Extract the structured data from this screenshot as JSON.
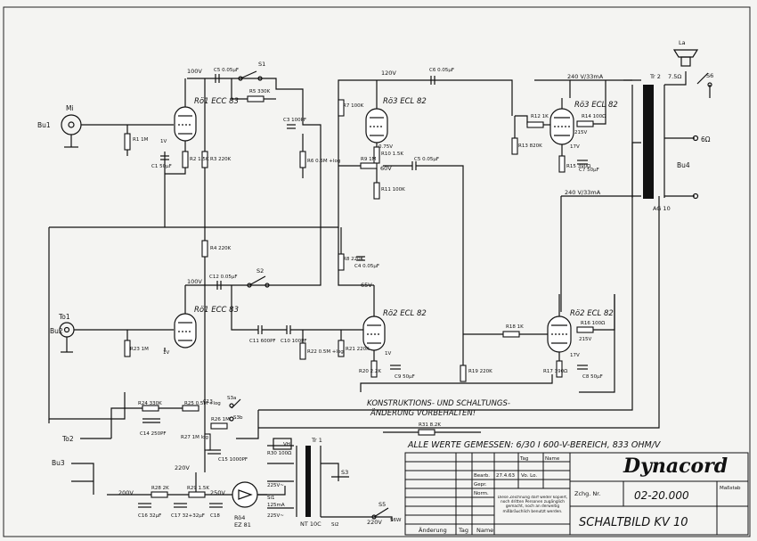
{
  "title_block": {
    "brand": "Dynacord",
    "drawing_no_label": "Zchg. Nr.",
    "drawing_no": "02-20.000",
    "scale_label": "Maßstab",
    "title": "SCHALTBILD  KV 10",
    "rows": [
      "Bearb.",
      "Gepr.",
      "Norm."
    ],
    "col_tag": "Tag",
    "col_name": "Name",
    "bearb_date": "27.4.63",
    "bearb_name": "Vo. Lo.",
    "copyright": "Diese Zeichnung darf weder kopiert, noch dritten Personen zugänglich gemacht, noch an derweitig mißbräuchlich benutzt werden.",
    "footer": [
      "Änderung",
      "Tag",
      "Name"
    ]
  },
  "notes": {
    "measurement": "ALLE WERTE GEMESSEN: 6/30 I 600-V-BEREICH, 833 OHM/V",
    "revision_1": "KONSTRUKTIONS- UND SCHALTUNGS-",
    "revision_2": "ÄNDERUNG VORBEHALTEN!"
  },
  "tubes": {
    "v1a": "Rö1 ECC 83",
    "v1b": "Rö1 ECC 83",
    "v2a": "Rö2 ECL 82",
    "v2b": "Rö2 ECL 82",
    "v3a": "Rö3 ECL 82",
    "v3b": "Rö3 ECL 82",
    "v4": "Rö4",
    "v4_type": "EZ 81"
  },
  "connectors": {
    "bu1": "Bu1",
    "bu2": "Bu2",
    "bu3": "Bu3",
    "bu4": "Bu4",
    "mic": "Mi",
    "tonabnehmer1": "To1",
    "tonabnehmer2": "To2",
    "speaker": "La",
    "out_6ohm": "6Ω",
    "mains": "220V",
    "mains_switch": "S6W"
  },
  "transformers": {
    "output": "Tr 2",
    "output_type": "AG 10",
    "output_sec": "7.5Ω",
    "power": "Tr 1",
    "power_type": "NT 10C"
  },
  "voltages": {
    "v_100a": "100V",
    "v_100b": "100V",
    "v_120": "120V",
    "v_65": "65V",
    "v_60": "60V",
    "v_075": "0.75V",
    "v_1a": "1V",
    "v_1b": "1V",
    "v_1c": "1V",
    "v_240a": "240 V/33mA",
    "v_240b": "240 V/33mA",
    "v_17a": "17V",
    "v_17b": "17V",
    "v_215a": "215V",
    "v_215b": "215V",
    "v_220": "220V",
    "v_200": "200V",
    "v_250": "250V",
    "v_225": "225V~",
    "v_225b": "225V~",
    "v_125": "125mA"
  },
  "components": {
    "r1": "R1 1M",
    "r2": "R2 1.5K",
    "r3": "R3 220K",
    "r5": "R5 330K",
    "r6": "R6 0.5M +log",
    "r7": "R7 100K",
    "r8": "R8 220K",
    "r9": "R9 1M",
    "r10": "R10 1.5K",
    "r11": "R11 100K",
    "r12": "R12 1K",
    "r13": "R13 820K",
    "r14": "R14 100Ω",
    "r15": "R15 390Ω",
    "r4": "R4 220K",
    "r23": "R23 1M",
    "r21": "R21 220K",
    "r20": "R20 2.2K",
    "r19": "R19 220K",
    "r18": "R18 1K",
    "r16": "R16 100Ω",
    "r17": "R17 390Ω",
    "r22": "R22 0.5M +log",
    "r24": "R24 330K",
    "r25": "R25 0.5M +log",
    "r26": "R26 1M",
    "r27": "R27 1M log",
    "r31": "R31 8.2K",
    "r28": "R28 2K",
    "r29": "R29 1.5K",
    "r30": "R30 100Ω",
    "c1": "C1 50µF",
    "c5": "C5 0.05µF",
    "c3": "C3 100PF",
    "c6": "C6 0.05µF",
    "c5b": "C5 0.05µF",
    "c4": "C4 0.05µF",
    "c8": "C8 50µF",
    "c9": "C9 50µF",
    "c7": "C7 50µF",
    "c12": "C12 0.05µF",
    "c11": "C11 600PF",
    "c10": "C10 100PF",
    "c13": "C13",
    "c14": "C14 250PF",
    "c15": "C15 1000PF",
    "c16": "C16 32µF",
    "c17": "C17 32+32µF",
    "c18": "C18",
    "s1": "S1",
    "s2": "S2",
    "s3": "S3",
    "s5": "S5",
    "s6": "S6",
    "s3a": "S3a",
    "s3b": "S3b",
    "si1": "Si1",
    "si2": "Si2",
    "vh": "VH"
  }
}
